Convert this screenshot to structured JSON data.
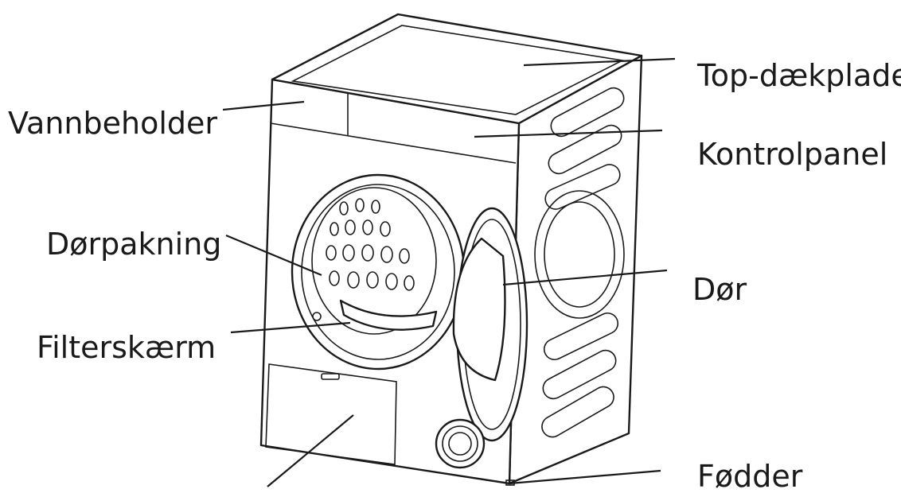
{
  "labels": {
    "top_cover": "Top-dækplade",
    "control_panel": "Kontrolpanel",
    "water_tank": "Vannbeholder",
    "door_seal": "Dørpakning",
    "door": "Dør",
    "filter_screen": "Filterskærm",
    "feet": "Fødder"
  }
}
